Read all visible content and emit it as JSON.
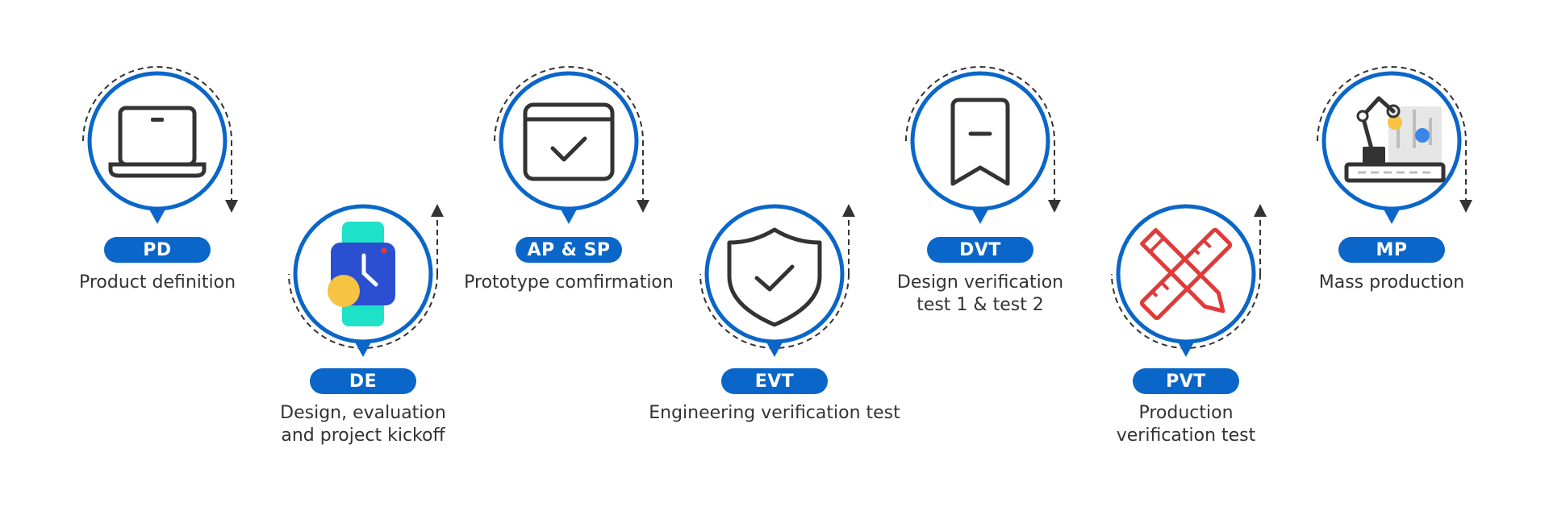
{
  "colors": {
    "ring": "#0a66c8",
    "badge": "#0a66c8",
    "icon": "#333333",
    "dash": "#333333",
    "text": "#333333",
    "accent_red": "#e03a3a",
    "accent_yellow": "#f6c343",
    "accent_cyan": "#1de2c7",
    "accent_navy": "#2a4fd1",
    "accent_blue": "#3a86e8"
  },
  "steps": [
    {
      "abbr": "PD",
      "lines": [
        "Product definition"
      ],
      "icon": "laptop-icon"
    },
    {
      "abbr": "DE",
      "lines": [
        "Design, evaluation",
        "and project kickoff"
      ],
      "icon": "smartwatch-icon"
    },
    {
      "abbr": "AP & SP",
      "lines": [
        "Prototype comfirmation"
      ],
      "icon": "checked-window-icon"
    },
    {
      "abbr": "EVT",
      "lines": [
        "Engineering verification test"
      ],
      "icon": "shield-check-icon"
    },
    {
      "abbr": "DVT",
      "lines": [
        "Design verification",
        "test 1 & test 2"
      ],
      "icon": "bookmark-icon"
    },
    {
      "abbr": "PVT",
      "lines": [
        "Production",
        "verification test"
      ],
      "icon": "ruler-pencil-icon"
    },
    {
      "abbr": "MP",
      "lines": [
        "Mass production"
      ],
      "icon": "robot-arm-icon"
    }
  ]
}
